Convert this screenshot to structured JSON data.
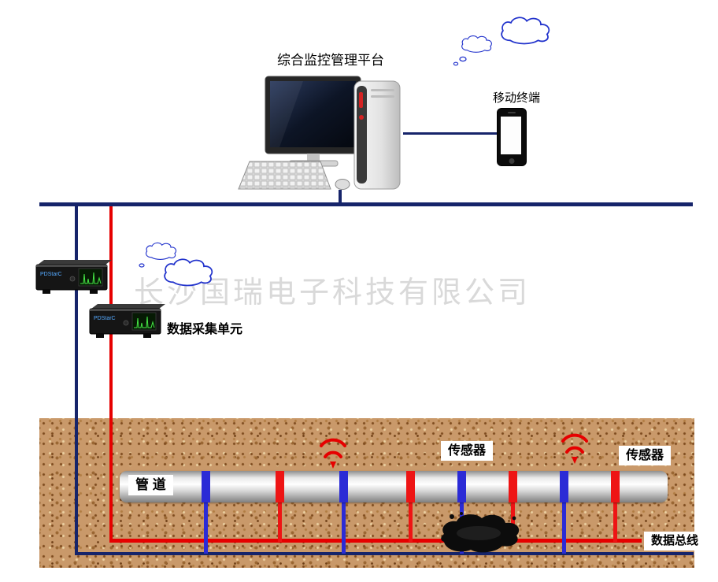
{
  "labels": {
    "platform": "综合监控管理平台",
    "mobile_terminal": "移动终端",
    "daq_unit": "数据采集单元",
    "pipeline": "管 道",
    "sensor_left": "传感器",
    "sensor_right": "传感器",
    "data_bus": "数据总线"
  },
  "watermark": "长沙国瑞电子科技有限公司",
  "devices": {
    "daq_screen_text": "PDStarC"
  },
  "colors": {
    "bus_line": "#16246a",
    "signal_red": "#e60000",
    "band_blue": "#2b2bd6",
    "band_red": "#ee1414",
    "soil": "#c9996a",
    "cloud_outline": "#2233cc"
  }
}
